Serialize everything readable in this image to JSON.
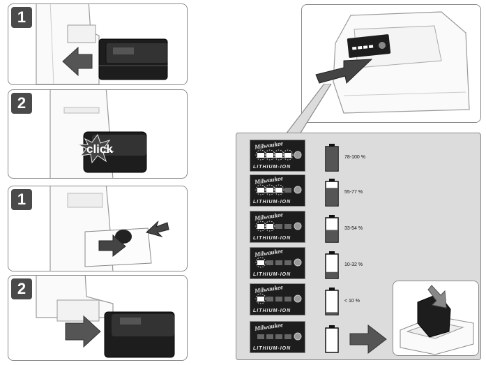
{
  "steps": {
    "install": {
      "step1": "1",
      "step2": "2",
      "click_label": "click"
    },
    "remove": {
      "step1": "1",
      "step2": "2"
    }
  },
  "fuel_gauge": {
    "card_brand": "Milwaukee",
    "card_tech": "LITHIUM-ION",
    "levels": [
      {
        "label": "78-100 %",
        "fill": 1.0
      },
      {
        "label": "55-77 %",
        "fill": 0.75
      },
      {
        "label": "33-54 %",
        "fill": 0.5
      },
      {
        "label": "10-32 %",
        "fill": 0.25
      },
      {
        "label": "< 10 %",
        "fill": 0.08
      },
      {
        "label": "",
        "fill": 0.0
      }
    ],
    "lit_segments": [
      4,
      3,
      2,
      1,
      1,
      0
    ]
  }
}
